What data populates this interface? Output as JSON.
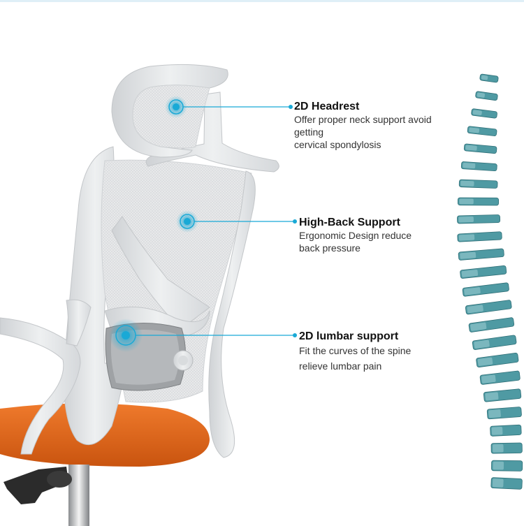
{
  "callouts": [
    {
      "title": "2D Headrest",
      "lines": [
        "Offer proper neck support avoid",
        "getting",
        "cervical spondylosis"
      ]
    },
    {
      "title": "High-Back Support",
      "lines": [
        "Ergonomic Design reduce",
        "back pressure"
      ]
    },
    {
      "title": "2D lumbar support",
      "lines": [
        "Fit the curves of the spine",
        "relieve lumbar pain"
      ]
    }
  ],
  "colors": {
    "accent": "#19a9d6",
    "seat": "#e3671d",
    "frame": "#e4e6e8",
    "vertebra": "#4f9aa3"
  },
  "icons": [
    "target-icon",
    "spine-illustration"
  ]
}
